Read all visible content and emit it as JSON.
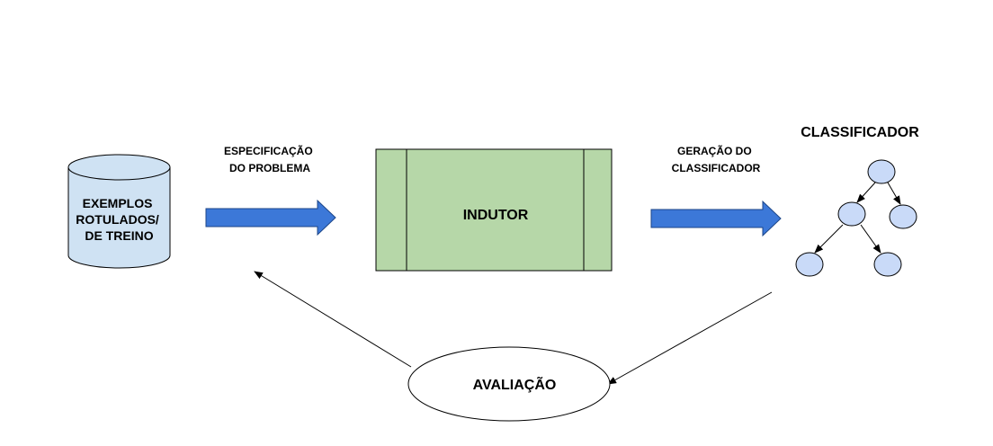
{
  "nodes": {
    "database": {
      "lines": [
        "EXEMPLOS",
        "ROTULADOS/",
        "DE TREINO"
      ]
    },
    "inductor": {
      "label": "INDUTOR"
    },
    "classifier": {
      "title": "CLASSIFICADOR"
    },
    "evaluation": {
      "label": "AVALIAÇÃO"
    }
  },
  "edges": {
    "spec": {
      "lines": [
        "ESPECIFICAÇÃO",
        "DO PROBLEMA"
      ]
    },
    "generation": {
      "lines": [
        "GERAÇÃO DO",
        "CLASSIFICADOR"
      ]
    }
  },
  "colors": {
    "cylinder_fill": "#cfe2f3",
    "block_fill": "#b6d7a8",
    "arrow_fill": "#3c78d8",
    "tree_node_fill": "#c9daf8",
    "stroke": "#000000"
  }
}
